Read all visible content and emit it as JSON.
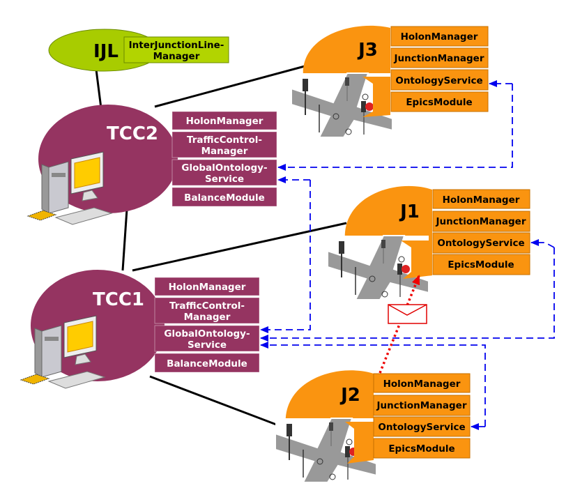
{
  "colors": {
    "ijl": "#a8cc00",
    "tcc": "#953461",
    "junction": "#fa9410",
    "control_flow": "#0000ee",
    "message": "#ee0000"
  },
  "ijl": {
    "label": "IJL",
    "module": "InterJunctionLine-",
    "module2": "Manager"
  },
  "tcc2": {
    "label": "TCC2",
    "modules": [
      "HolonManager",
      "TrafficControl-",
      "Manager",
      "GlobalOntology-",
      "Service",
      "BalanceModule"
    ]
  },
  "tcc1": {
    "label": "TCC1",
    "modules": [
      "HolonManager",
      "TrafficControl-",
      "Manager",
      "GlobalOntology-",
      "Service",
      "BalanceModule"
    ]
  },
  "j3": {
    "label": "J3",
    "modules": [
      "HolonManager",
      "JunctionManager",
      "OntologyService",
      "EpicsModule"
    ]
  },
  "j1": {
    "label": "J1",
    "modules": [
      "HolonManager",
      "JunctionManager",
      "OntologyService",
      "EpicsModule"
    ]
  },
  "j2": {
    "label": "J2",
    "modules": [
      "HolonManager",
      "JunctionManager",
      "OntologyService",
      "EpicsModule"
    ]
  },
  "icons": [
    "computer-icon",
    "intersection-icon",
    "envelope-icon"
  ]
}
